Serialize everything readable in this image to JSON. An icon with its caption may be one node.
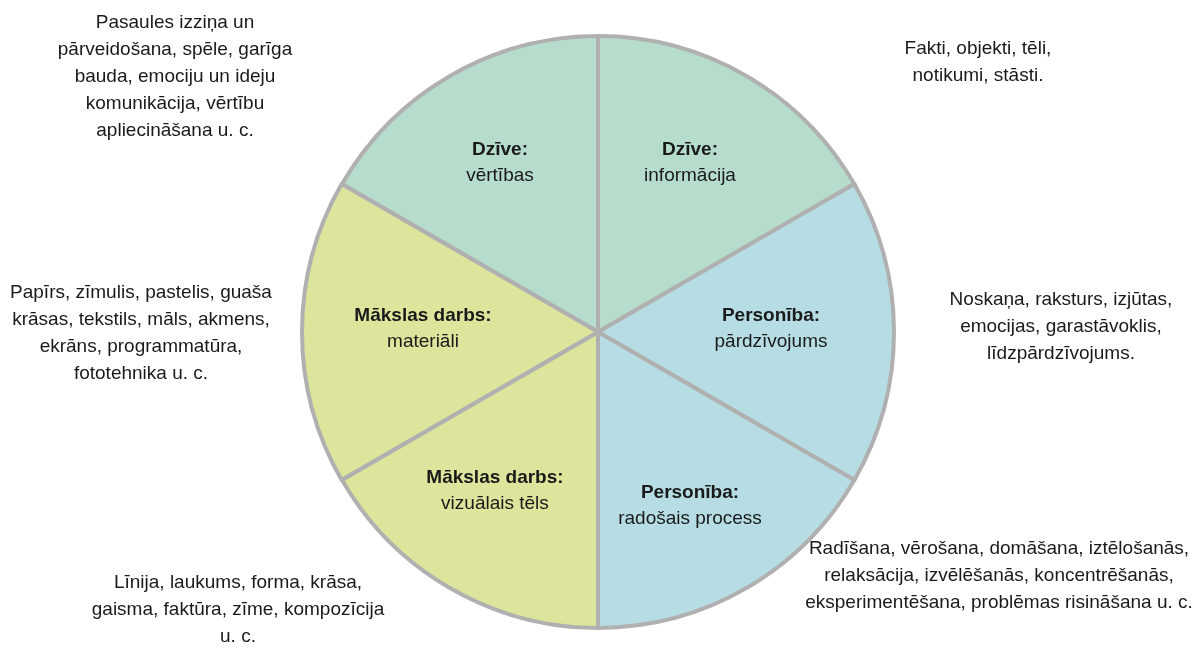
{
  "diagram": {
    "nodes": [
      {
        "text": [
          "Dzīve:",
          "vērtības"
        ],
        "beside": [
          "Pasaules izziņa un pārveidošana, spēle, garīga bauda, emociju un ideju komunikācija, vērtību apliecināšana u. c."
        ]
      },
      {
        "text": [
          "Dzīve:",
          "informācija"
        ],
        "beside": [
          "Fakti, objekti, tēli, notikumi, stāsti."
        ]
      },
      {
        "text": [
          "Mākslas darbs:",
          "materiāli"
        ],
        "beside": [
          "Papīrs, zīmulis, pastelis, guaša krāsas, tekstils, māls, akmens, ekrāns, programmatūra, fototehnika u. c."
        ]
      },
      {
        "text": [
          "Personība:",
          "pārdzīvojums"
        ],
        "beside": [
          "Noskaņa, raksturs, izjūtas, emocijas, garastāvoklis, līdzpārdzīvojums."
        ]
      },
      {
        "text": [
          "Mākslas darbs:",
          "vizuālais tēls"
        ],
        "beside": [
          "Līnija, laukums, forma, krāsa, gaisma, faktūra, zīme, kompozīcija u. c."
        ]
      },
      {
        "text": [
          "Personība:",
          "radošais process"
        ],
        "beside": [
          "Radīšana, vērošana, domāšana, iztēlošanās, relaksācija, izvēlēšanās, koncentrēšanās, eksperimentēšana, problēmas risināšana u. c."
        ]
      }
    ]
  }
}
